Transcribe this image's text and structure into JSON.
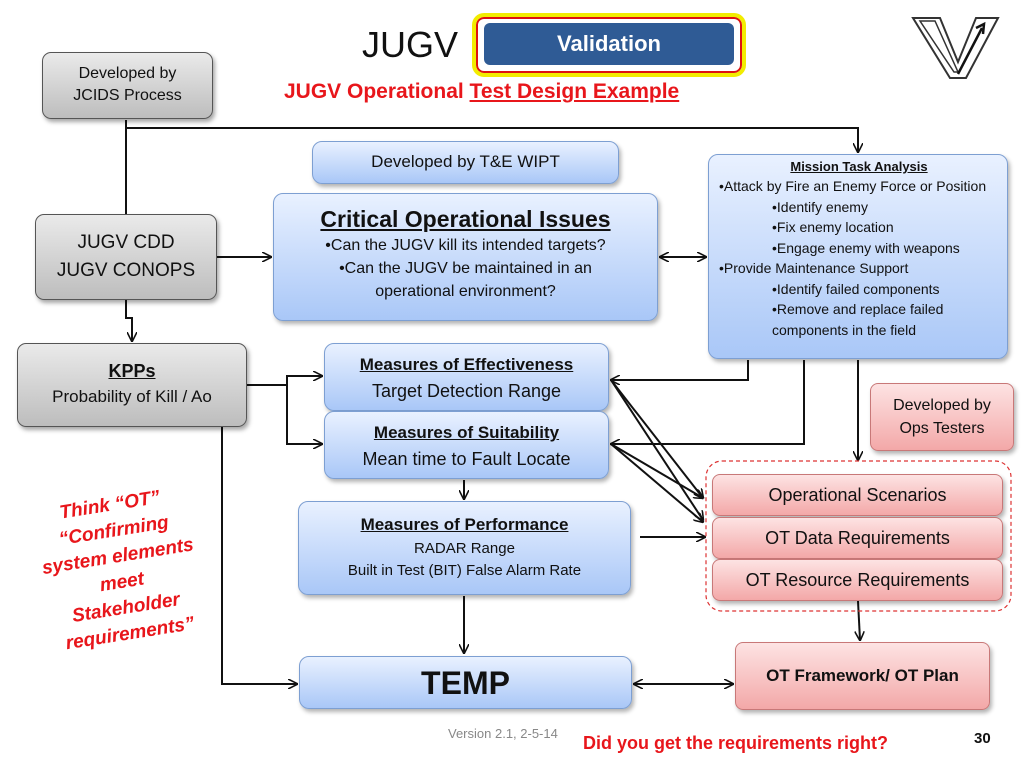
{
  "header": {
    "title": "JUGV",
    "badge": "Validation",
    "subtitle_prefix": "JUGV Operational ",
    "subtitle_link": "Test Design Example"
  },
  "boxes": {
    "jcids": [
      "Developed by",
      "JCIDS Process"
    ],
    "tewipt": "Developed by T&E WIPT",
    "coi": {
      "title": "Critical Operational Issues",
      "lines": [
        "•Can the JUGV kill its intended targets?",
        "•Can the JUGV be maintained in an",
        "operational environment?"
      ]
    },
    "mta": {
      "title": "Mission Task Analysis",
      "items": [
        "•Attack by Fire an Enemy Force or Position",
        "•Identify enemy",
        "•Fix enemy location",
        "•Engage enemy with weapons",
        "•Provide Maintenance Support",
        "•Identify failed components",
        "•Remove and replace failed components in the field"
      ]
    },
    "cdd": [
      "JUGV CDD",
      "JUGV CONOPS"
    ],
    "kpps": {
      "title": "KPPs",
      "text": "Probability of Kill / Ao"
    },
    "moe": {
      "title": "Measures of Effectiveness",
      "text": "Target Detection Range"
    },
    "mos": {
      "title": "Measures of Suitability",
      "text": "Mean time to Fault Locate"
    },
    "mop": {
      "title": "Measures of Performance",
      "lines": [
        "RADAR Range",
        "Built in Test (BIT) False Alarm Rate"
      ]
    },
    "ops_testers": [
      "Developed by",
      "Ops Testers"
    ],
    "op_scenarios": "Operational Scenarios",
    "ot_data": "OT  Data Requirements",
    "ot_resource": "OT  Resource Requirements",
    "temp": "TEMP",
    "ot_framework": "OT Framework/ OT Plan"
  },
  "think_ot": [
    "Think “OT”",
    "“Confirming",
    "system elements",
    "meet",
    "Stakeholder",
    "requirements”"
  ],
  "footer": {
    "version": "Version 2.1, 2-5-14",
    "question": "Did you get the requirements right?",
    "page": "30"
  },
  "colors": {
    "accent_red": "#e8161b",
    "badge_blue": "#2f5b95",
    "badge_border": "#f2ec00"
  }
}
